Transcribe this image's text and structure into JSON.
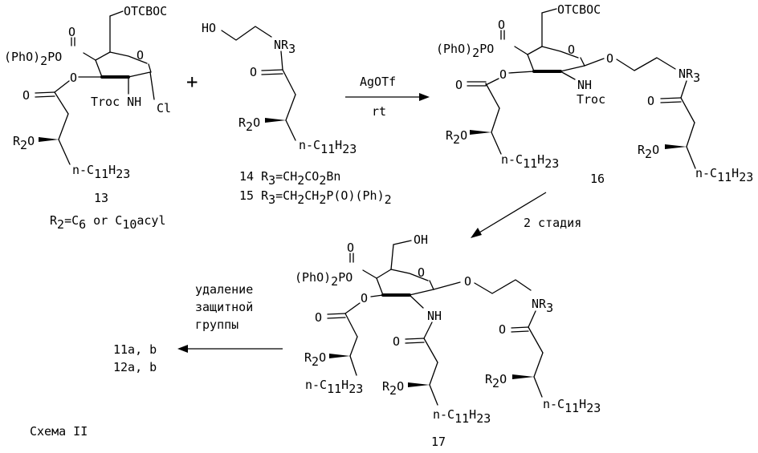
{
  "compound13": {
    "otcboc": "OTCBOC",
    "o_ring": "O",
    "phosphate_o": "O",
    "phosphate_po": "PO",
    "phosphate_prefix": "(PhO)",
    "sub2": "2",
    "o_ester": "O",
    "carbonyl_o": "O",
    "troc_nh": "Troc NH",
    "cl": "Cl",
    "r2o_r": "R",
    "r2o_o": "O",
    "chain_prefix": "n-C",
    "chain_sub1": "11",
    "chain_h": "H",
    "chain_sub2": "23",
    "number": "13",
    "r2_def_r": "R",
    "r2_def_mid": "=C",
    "r2_def_sub": "6",
    "r2_def_or": " or C",
    "r2_def_sub2": "10",
    "r2_def_end": "acyl"
  },
  "plus": "+",
  "reagent": {
    "ho": "HO",
    "nr3": "NR",
    "sub3": "3",
    "carbonyl_o": "O",
    "r2o_r": "R",
    "r2o_o": "O",
    "chain_prefix": "n-C",
    "chain_sub1": "11",
    "chain_h": "H",
    "chain_sub2": "23",
    "line14_a": "14 R",
    "line14_b": "=CH",
    "line14_c": "CO",
    "line14_d": "Bn",
    "line15_a": "15 R",
    "line15_b": "=CH",
    "line15_c": "CH",
    "line15_d": "P(O)(Ph)",
    "s3": "3",
    "s2": "2"
  },
  "arrow1": {
    "top": "AgOTf",
    "bottom": "rt"
  },
  "compound16": {
    "otcboc": "OTCBOC",
    "phosphate_o": "O",
    "phosphate_po": "PO",
    "phosphate_prefix": "(PhO)",
    "sub2": "2",
    "o_ring": "O",
    "o_anomeric": "O",
    "o_ester": "O",
    "carbonyl_o": "O",
    "nh": "NH",
    "troc": "Troc",
    "nr3": "NR",
    "sub3": "3",
    "amide_o": "O",
    "r2o_r": "R",
    "r2o_o": "O",
    "chain_prefix": "n-C",
    "chain_sub1": "11",
    "chain_h": "H",
    "chain_sub2": "23",
    "number": "16"
  },
  "arrow2": {
    "label": "2 стадия"
  },
  "compound17": {
    "oh": "OH",
    "phosphate_o": "O",
    "phosphate_po": "PO",
    "phosphate_prefix": "(PhO)",
    "sub2": "2",
    "o_ring": "O",
    "o_anomeric": "O",
    "o_ester": "O",
    "carbonyl_o": "O",
    "nh": "NH",
    "nr3": "NR",
    "sub3": "3",
    "amide_o": "O",
    "r2o_r": "R",
    "r2o_o": "O",
    "chain_prefix": "n-C",
    "chain_sub1": "11",
    "chain_h": "H",
    "chain_sub2": "23",
    "number": "17"
  },
  "arrow3": {
    "line1": "удаление",
    "line2": "защитной",
    "line3": "группы"
  },
  "products": {
    "line1": "11a, b",
    "line2": "12a, b"
  },
  "scheme_caption": "Схема II"
}
